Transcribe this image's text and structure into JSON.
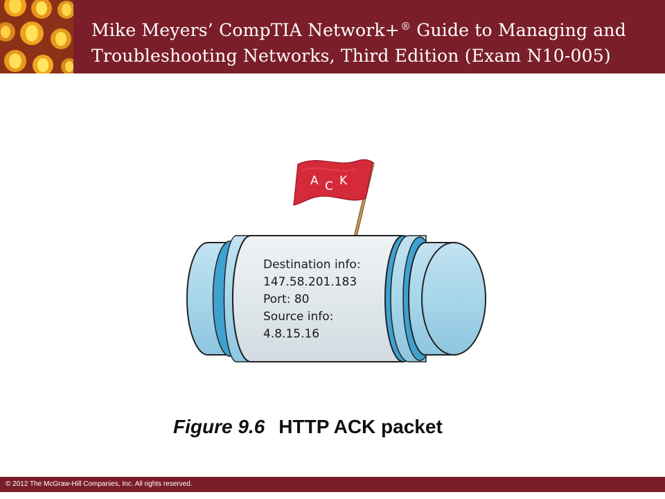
{
  "header": {
    "title_line1": "Mike Meyers’ CompTIA Network+",
    "title_reg": "®",
    "title_line1_end": " Guide to Managing and",
    "title_line2": "Troubleshooting Networks, Third Edition (Exam N10-005)"
  },
  "diagram": {
    "flag_letters": [
      "A",
      "C",
      "K"
    ],
    "packet_lines": [
      "Destination info:",
      "147.58.201.183",
      "Port: 80",
      "Source info:",
      "4.8.15.16"
    ]
  },
  "caption": {
    "label": "Figure 9.6",
    "text": "HTTP ACK packet"
  },
  "footer": {
    "copyright": "© 2012 The McGraw-Hill Companies, Inc. All rights reserved."
  },
  "colors": {
    "brand": "#7a1e2a",
    "flag": "#d42a3a",
    "packet_body": "#dfe7ec",
    "packet_cap": "#a9d6ea",
    "packet_ring": "#3fa1cf"
  }
}
